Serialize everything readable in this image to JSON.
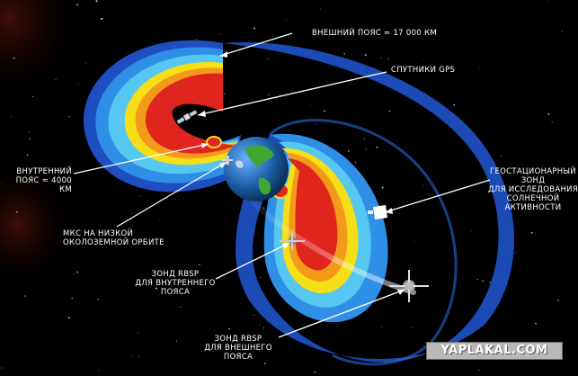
{
  "labels": {
    "outer_belt": "Внешний пояс ≈ 17 000 км",
    "gps": "Спутники GPS",
    "inner_belt": "Внутренний\nпояс ≈ 4000 км",
    "iss": "МКС на низкой\nоколоземной орбите",
    "geo": "Геостационарный\nзонд\nдля исследования\nсолнечной\nактивности",
    "rbsp_inner": "Зонд RBSP\nдля внутреннего\nпояса",
    "rbsp_outer": "Зонд RBSP\nдля внешнего пояса"
  },
  "watermark": "YAPLAKAL.COM",
  "colors": {
    "background": "#000000",
    "belt_outer_blue": "#1e4fc0",
    "belt_blue": "#2f8ee6",
    "belt_cyan": "#55c7f0",
    "belt_yellow": "#f6df16",
    "belt_orange": "#f39a1b",
    "belt_red": "#e0241e",
    "earth_ocean": "#1b5fa8",
    "earth_land": "#3da832",
    "label_text": "#ffffff"
  }
}
